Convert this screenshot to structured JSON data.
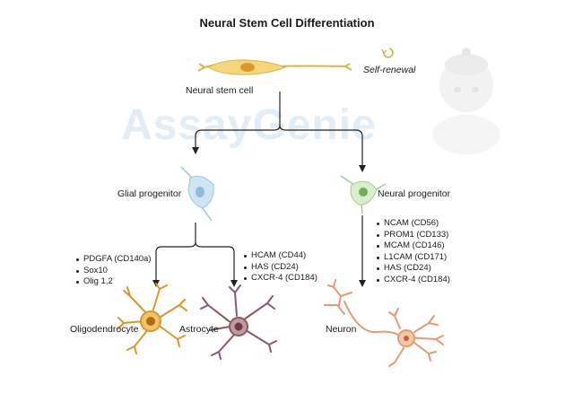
{
  "title": "Neural Stem Cell Differentiation",
  "watermark": "AssayGenie",
  "self_renewal": "Self-renewal",
  "nodes": {
    "neural_stem_cell": "Neural stem cell",
    "glial_progenitor": "Glial progenitor",
    "neural_progenitor": "Neural progenitor",
    "oligodendrocyte": "Oligodendrocyte",
    "astrocyte": "Astrocyte",
    "neuron": "Neuron"
  },
  "markers": {
    "oligodendrocyte": [
      "PDGFA (CD140a)",
      "Sox10",
      "Olig 1,2"
    ],
    "astrocyte": [
      "HCAM (CD44)",
      "HAS (CD24)",
      "CXCR-4 (CD184)"
    ],
    "neuron": [
      "NCAM (CD56)",
      "PROM1 (CD133)",
      "MCAM (CD146)",
      "L1CAM (CD171)",
      "HAS (CD24)",
      "CXCR-4 (CD184)"
    ]
  },
  "colors": {
    "stem_cell": "#f3d77a",
    "glial": "#cfe6f2",
    "neural": "#d8efcf",
    "oligodendrocyte": "#d9962e",
    "astrocyte": "#8a5a62",
    "neuron": "#e39a72",
    "watermark": "#e3edf6"
  },
  "icons": [
    "refresh-icon",
    "genie-logo"
  ]
}
